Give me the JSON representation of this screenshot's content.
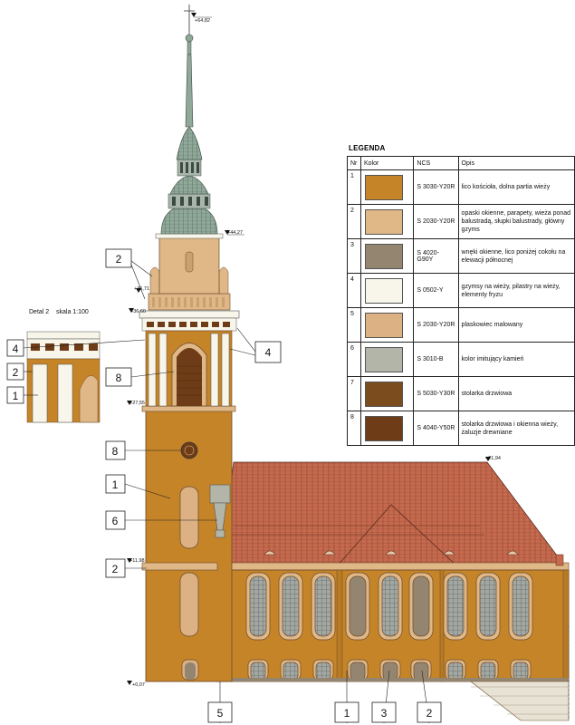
{
  "elevations": {
    "top": "+64,82",
    "spire_base": "+44,27",
    "lantern": "+36,71",
    "belfry": "+36,60",
    "tower_top": "+27,55",
    "ridge": "+21,94",
    "eaves": "+11,98",
    "ground": "+0,07"
  },
  "detail": {
    "title": "Detal 2",
    "scale": "skala 1:100",
    "labels": [
      "4",
      "2",
      "1"
    ]
  },
  "callouts": {
    "spire": "2",
    "belfry_right": "4",
    "belfry_door": "8",
    "oculus": "8",
    "tower_wall": "1",
    "stone": "6",
    "cornice": "2",
    "bottom": [
      "5",
      "1",
      "3",
      "2"
    ]
  },
  "legend": {
    "title": "LEGENDA",
    "headers": {
      "nr": "Nr",
      "color": "Kolor",
      "ncs": "NCS",
      "desc": "Opis"
    },
    "rows": [
      {
        "nr": "1",
        "color": "#c58428",
        "ncs": "S 3030-Y20R",
        "desc": "lico kościoła, dolna partia wieży"
      },
      {
        "nr": "2",
        "color": "#e0b787",
        "ncs": "S 2030-Y20R",
        "desc": "opaski okienne, parapety, wieża ponad balustradą, słupki balustrady, główny gzyms"
      },
      {
        "nr": "3",
        "color": "#948570",
        "ncs": "S 4020-G90Y",
        "desc": "wnęki okienne, lico poniżej cokołu na elewacji północnej"
      },
      {
        "nr": "4",
        "color": "#f8f6ea",
        "ncs": "S 0502-Y",
        "desc": "gzymsy na wieży, pilastry na wieży, elementy fryzu"
      },
      {
        "nr": "5",
        "color": "#dcb183",
        "ncs": "S 2030-Y20R",
        "desc": "plaskowiec malowany"
      },
      {
        "nr": "6",
        "color": "#b3b5a8",
        "ncs": "S 3010-B",
        "desc": "kolor imitujący kamień"
      },
      {
        "nr": "7",
        "color": "#7b4c1d",
        "ncs": "S 5030-Y30R",
        "desc": "stolarka drzwiowa"
      },
      {
        "nr": "8",
        "color": "#6e3c17",
        "ncs": "S 4040-Y50R",
        "desc": "stolarka drzwiowa i okienna wieży, żaluzje drewniane"
      }
    ]
  }
}
